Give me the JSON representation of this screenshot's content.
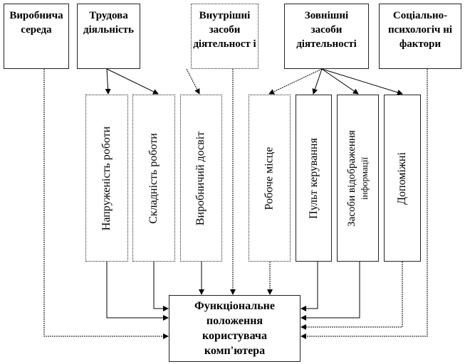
{
  "top_boxes": [
    {
      "label": "Виробнича середа"
    },
    {
      "label": "Трудова діяльність"
    },
    {
      "label": "Внутрішні засоби діятельност і"
    },
    {
      "label": "Зовнішні засоби діятельності"
    },
    {
      "label": "Соціально-психологіч ні фактори"
    }
  ],
  "middle_boxes": [
    {
      "label": "Напруженість роботи"
    },
    {
      "label": "Складність роботи"
    },
    {
      "label": "Виробничий досвіт"
    },
    {
      "label": "Робоче місце"
    },
    {
      "label": "Пульт керування"
    },
    {
      "label": "Засоби відображення",
      "label2": "інформації"
    },
    {
      "label": "Допоміжні"
    }
  ],
  "result_box": {
    "label": "Функціональне положення користувача комп'ютера"
  }
}
